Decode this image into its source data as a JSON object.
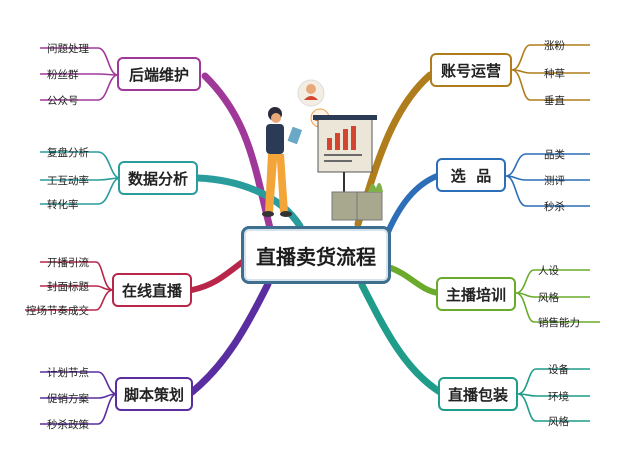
{
  "center": "直播卖货流程",
  "branches": {
    "houduan": {
      "label": "后端维护",
      "color": "#a0389a",
      "items": [
        "问题处理",
        "粉丝群",
        "公众号"
      ]
    },
    "shuju": {
      "label": "数据分析",
      "color": "#2a9c9c",
      "items": [
        "复盘分析",
        "工互动率",
        "转化率"
      ]
    },
    "zaixian": {
      "label": "在线直播",
      "color": "#b8274a",
      "items": [
        "开播引流",
        "封面标题",
        "控场节奏成交"
      ]
    },
    "jiaoben": {
      "label": "脚本策划",
      "color": "#5a2da0",
      "items": [
        "计划节点",
        "促销方案",
        "秒杀政策"
      ]
    },
    "zhanghao": {
      "label": "账号运营",
      "color": "#b07d1c",
      "items": [
        "涨粉",
        "种草",
        "垂直"
      ]
    },
    "xuanpin": {
      "label": "选  品",
      "color": "#2c6fb8",
      "items": [
        "品类",
        "测评",
        "秒杀"
      ]
    },
    "zhubo": {
      "label": "主播培训",
      "color": "#6aab2c",
      "items": [
        "人设",
        "风格",
        "销售能力"
      ]
    },
    "baozhuang": {
      "label": "直播包装",
      "color": "#1f9c8a",
      "items": [
        "设备",
        "环境",
        "风格"
      ]
    }
  }
}
